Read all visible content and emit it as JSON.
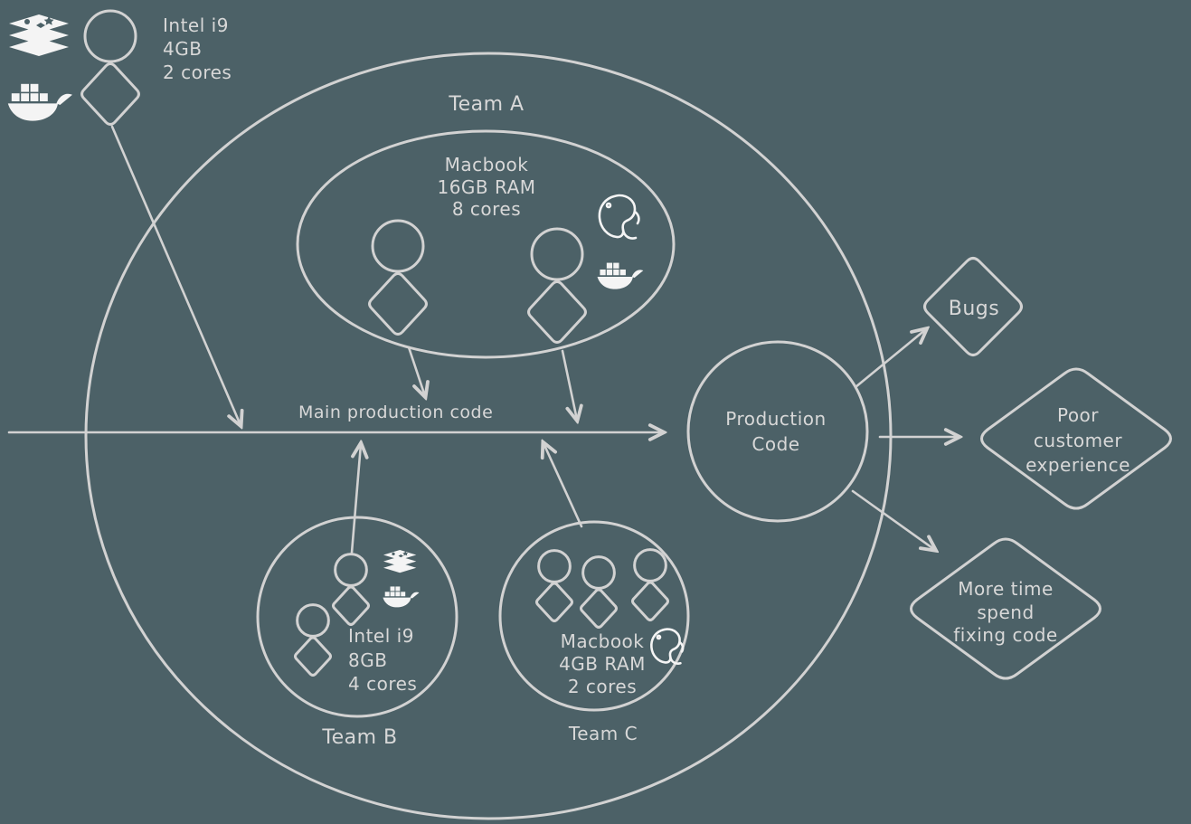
{
  "colors": {
    "background": "#4c6167",
    "stroke": "#d2d2d2",
    "text": "#d8d8d8",
    "icon_fill": "#f4f4f4"
  },
  "standalone_developer": {
    "specs": [
      "Intel i9",
      "4GB",
      "2 cores"
    ]
  },
  "team_a": {
    "label": "Team A",
    "machine": [
      "Macbook",
      "16GB RAM",
      "8 cores"
    ]
  },
  "team_b": {
    "label": "Team B",
    "machine": [
      "Intel i9",
      "8GB",
      "4 cores"
    ]
  },
  "team_c": {
    "label": "Team C",
    "machine": [
      "Macbook",
      "4GB RAM",
      "2 cores"
    ]
  },
  "main_line": {
    "label": "Main production code"
  },
  "production_node": {
    "lines": [
      "Production",
      "Code"
    ]
  },
  "outcomes": {
    "bugs": {
      "label": "Bugs"
    },
    "poor_customer_experience": {
      "lines": [
        "Poor",
        "customer",
        "experience"
      ]
    },
    "more_time_fixing": {
      "lines": [
        "More time",
        "spend",
        "fixing code"
      ]
    }
  },
  "icons": {
    "redis": "redis-icon",
    "docker": "docker-icon",
    "postgresql": "postgresql-icon",
    "developer": "developer-figure-icon"
  }
}
